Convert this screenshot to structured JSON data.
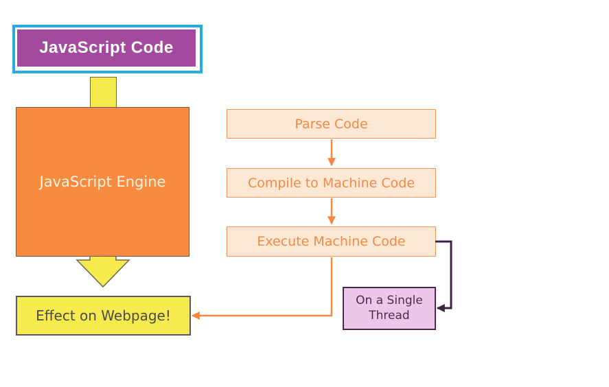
{
  "diagram": {
    "nodes": {
      "js_code": {
        "label": "JavaScript Code"
      },
      "js_engine": {
        "label": "JavaScript Engine"
      },
      "effect": {
        "label": "Effect on Webpage!"
      },
      "parse": {
        "label": "Parse Code"
      },
      "compile": {
        "label": "Compile to Machine Code"
      },
      "execute": {
        "label": "Execute Machine Code"
      },
      "thread": {
        "label": "On a Single Thread"
      }
    },
    "edges": [
      {
        "from": "js_code",
        "to": "js_engine",
        "style": "yellow-block-connector"
      },
      {
        "from": "js_engine",
        "to": "effect",
        "style": "yellow-block-arrow-down"
      },
      {
        "from": "parse",
        "to": "compile",
        "style": "orange-arrow-down"
      },
      {
        "from": "compile",
        "to": "execute",
        "style": "orange-arrow-down"
      },
      {
        "from": "execute",
        "to": "effect",
        "style": "orange-elbow-arrow-left"
      },
      {
        "from": "execute",
        "to": "thread",
        "style": "dark-loop-arrow"
      }
    ]
  },
  "colors": {
    "cyan_border": "#29ABE2",
    "purple_fill": "#A44A9E",
    "purple_text": "#FFFFFF",
    "orange_fill": "#F88B3D",
    "orange_border": "#6E5660",
    "orange_text": "#FCF3E3",
    "yellow_fill": "#F7EA4E",
    "yellow_arrow_border": "#6A6552",
    "effect_border": "#58595B",
    "effect_text": "#4B4B45",
    "peach_fill": "#FCE8D5",
    "peach_border": "#F49659",
    "peach_text": "#F08A46",
    "arrow_orange": "#F5873F",
    "arrow_dark": "#3F2142",
    "thread_fill": "#EBC7EA",
    "thread_border": "#4E2450",
    "thread_text": "#56284F"
  }
}
